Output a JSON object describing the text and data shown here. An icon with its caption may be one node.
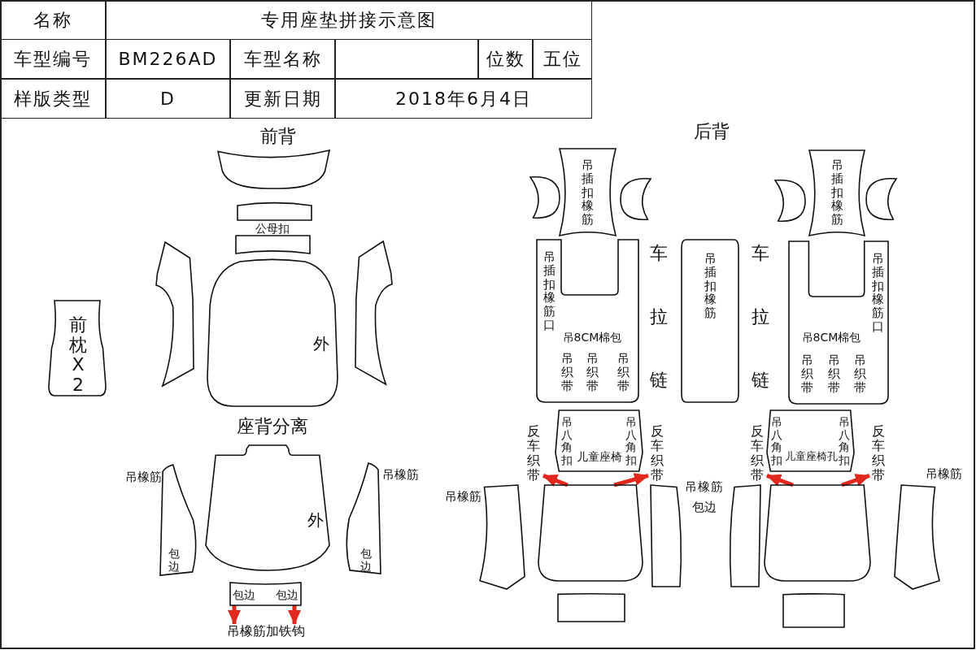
{
  "diagram": {
    "nodes": [
      {
        "text": [],
        "shape": "box"
      },
      {
        "text": [],
        "shape": "box"
      },
      {
        "text": [],
        "shape": "box"
      },
      {
        "text": [],
        "shape": "box"
      },
      {
        "text": [
          "外"
        ]
      },
      {
        "text": [],
        "shape": "box"
      },
      {
        "text": [
          "前枕X2"
        ]
      },
      {
        "text": [
          "包边"
        ],
        "beside": [
          "吊橡筋"
        ]
      },
      {
        "text": [
          "外"
        ]
      },
      {
        "text": [
          "包边"
        ],
        "beside": [
          "吊橡筋"
        ]
      },
      {
        "text": [
          "包边",
          "包边"
        ]
      },
      {
        "text": [
          "吊橡筋加铁钩"
        ]
      },
      {
        "text": [
          "吊插扣橡筋"
        ]
      },
      {
        "text": [],
        "shape": "box"
      },
      {
        "text": [],
        "shape": "box"
      },
      {
        "text": [
          "吊插扣橡筋口",
          "吊8CM棉包",
          "吊织带",
          "吊织带",
          "吊织带"
        ]
      },
      {
        "text": [
          "吊插扣橡筋"
        ]
      },
      {
        "text": [
          "吊插扣橡筋"
        ]
      },
      {
        "text": [],
        "shape": "box"
      },
      {
        "text": [],
        "shape": "box"
      },
      {
        "text": [
          "吊插扣橡筋口",
          "吊8CM棉包",
          "吊织带",
          "吊织带",
          "吊织带"
        ]
      },
      {
        "text": [
          "吊八角扣",
          "儿童座椅",
          "吊八角扣"
        ]
      },
      {
        "text": [
          "反车织带"
        ]
      },
      {
        "text": [
          "反车织带"
        ]
      },
      {
        "text": [
          "吊八角扣",
          "儿童座椅孔",
          "吊八角扣"
        ]
      },
      {
        "text": [
          "反车织带"
        ]
      },
      {
        "text": [
          "反车织带"
        ]
      },
      {
        "text": [],
        "shape": "box",
        "beside": [
          "吊橡筋"
        ]
      },
      {
        "text": [],
        "shape": "box"
      },
      {
        "text": [],
        "shape": "box"
      },
      {
        "text": [],
        "shape": "box"
      },
      {
        "text": [],
        "shape": "box"
      },
      {
        "text": [],
        "shape": "box",
        "beside": [
          "吊橡筋"
        ]
      },
      {
        "text": [],
        "shape": "box"
      },
      {
        "text": [],
        "shape": "box"
      }
    ],
    "edges": [
      {
        "from": 10,
        "to": 11,
        "arrow": "to"
      },
      {
        "from": 10,
        "to": 11,
        "arrow": "to"
      },
      {
        "from": 28,
        "to": 22,
        "arrow": "to"
      },
      {
        "from": 28,
        "to": 23,
        "arrow": "to"
      },
      {
        "from": 31,
        "to": 25,
        "arrow": "to"
      },
      {
        "from": 31,
        "to": 26,
        "arrow": "to"
      }
    ],
    "labels": [
      "名称",
      "专用座垫拼接示意图",
      "车型编号",
      "BM226AD",
      "车型名称",
      "位数",
      "五位",
      "样版类型",
      "D",
      "更新日期",
      "2018年6月4日",
      "前背",
      "公母扣",
      "后背",
      "车拉链",
      "车拉链",
      "座背分离",
      "吊橡筋",
      "包边"
    ]
  }
}
